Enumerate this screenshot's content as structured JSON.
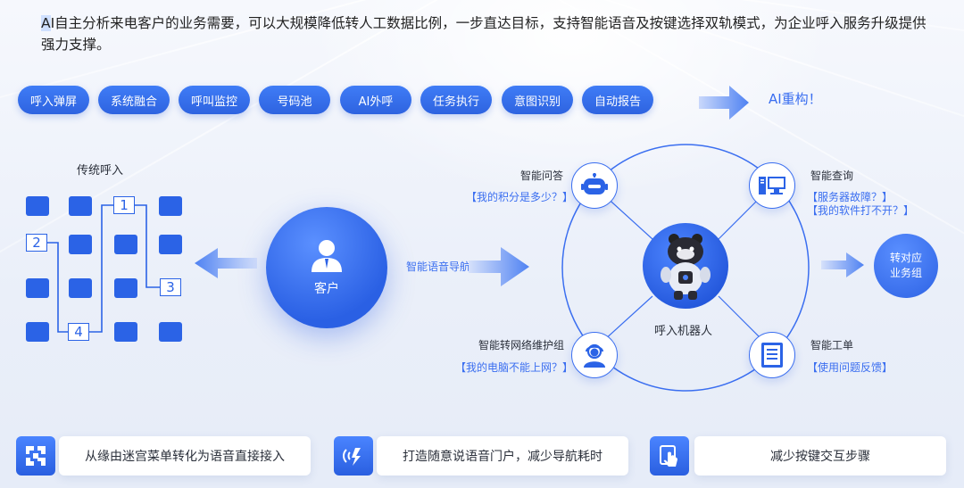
{
  "intro": {
    "highlight": "A",
    "text": "I自主分析来电客户的业务需要，可以大规模降低转人工数据比例，一步直达目标，支持智能语音及按键选择双轨模式，为企业呼入服务升级提供强力支撑。"
  },
  "pills": [
    "呼入弹屏",
    "系统融合",
    "呼叫监控",
    "号码池",
    "AI外呼",
    "任务执行",
    "意图识别",
    "自动报告"
  ],
  "ai_rebuild": "AI重构！",
  "traditional": {
    "title": "传统呼入",
    "numbers": [
      "1",
      "2",
      "3",
      "4"
    ]
  },
  "customer": {
    "label": "客户"
  },
  "nav_label": "智能语音导航",
  "robot": {
    "label": "呼入机器人"
  },
  "nodes": {
    "qa": {
      "title": "智能问答",
      "examples": [
        "【我的积分是多少？】"
      ]
    },
    "query": {
      "title": "智能查询",
      "examples": [
        "【服务器故障？】",
        "【我的软件打不开？】"
      ]
    },
    "network": {
      "title": "智能转网络维护组",
      "examples": [
        "【我的电脑不能上网？】"
      ]
    },
    "ticket": {
      "title": "智能工单",
      "examples": [
        "【使用问题反馈】"
      ]
    }
  },
  "group": {
    "line1": "转对应",
    "line2": "业务组"
  },
  "bottom": [
    {
      "label": "从缘由迷宫菜单转化为语音直接接入",
      "icon": "qr-maze-icon"
    },
    {
      "label": "打造随意说语音门户，减少导航耗时",
      "icon": "voice-wave-icon"
    },
    {
      "label": "减少按键交互步骤",
      "icon": "touch-screen-icon"
    }
  ],
  "colors": {
    "accent": "#2b63e6",
    "accent_text": "#3a6ef0",
    "background": "#eef2fb"
  }
}
